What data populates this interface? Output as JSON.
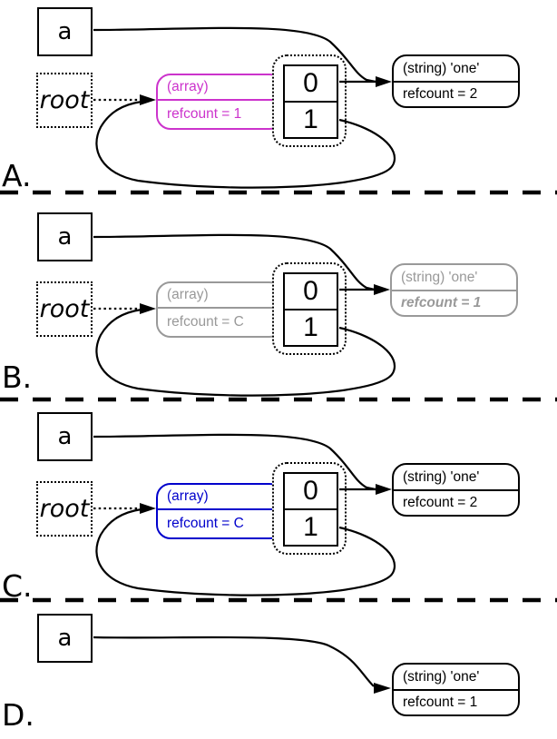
{
  "colors": {
    "magenta": "#cc33cc",
    "gray": "#999999",
    "blue": "#0000cc",
    "black": "#000000"
  },
  "panels": [
    {
      "label": "A.",
      "variable": "a",
      "root": "root",
      "array_node": {
        "line1": "(array)",
        "line2": "refcount = 1",
        "color": "#cc33cc"
      },
      "hash_slots": [
        "0",
        "1"
      ],
      "string_node": {
        "line1": "(string) 'one'",
        "line2": "refcount = 2",
        "color": "#000000"
      }
    },
    {
      "label": "B.",
      "variable": "a",
      "root": "root",
      "array_node": {
        "line1": "(array)",
        "line2": "refcount = C",
        "color": "#999999"
      },
      "hash_slots": [
        "0",
        "1"
      ],
      "string_node": {
        "line1": "(string) 'one'",
        "line2": "refcount = 1",
        "color": "#999999"
      }
    },
    {
      "label": "C.",
      "variable": "a",
      "root": "root",
      "array_node": {
        "line1": "(array)",
        "line2": "refcount = C",
        "color": "#0000cc"
      },
      "hash_slots": [
        "0",
        "1"
      ],
      "string_node": {
        "line1": "(string) 'one'",
        "line2": "refcount = 2",
        "color": "#000000"
      }
    },
    {
      "label": "D.",
      "variable": "a",
      "string_node": {
        "line1": "(string) 'one'",
        "line2": "refcount = 1",
        "color": "#000000"
      }
    }
  ]
}
